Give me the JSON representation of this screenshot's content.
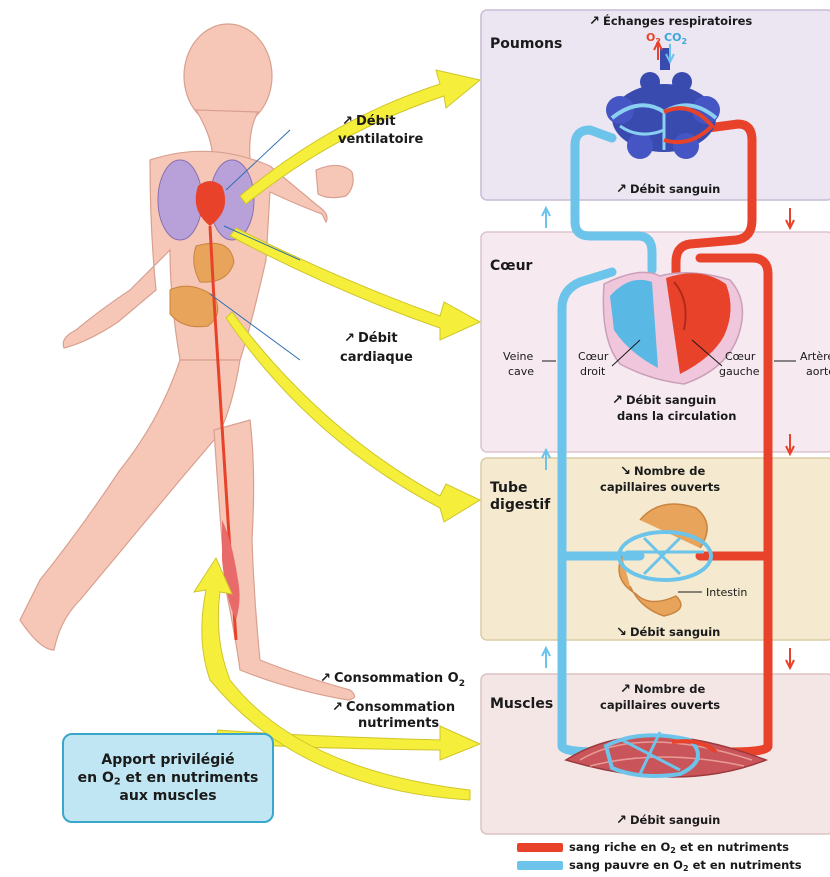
{
  "panels": {
    "poumons": "Poumons",
    "coeur": "Cœur",
    "tube_digestif_1": "Tube",
    "tube_digestif_2": "digestif",
    "muscles": "Muscles"
  },
  "labels": {
    "echanges": "Échanges respiratoires",
    "o2": "O",
    "co2": "CO",
    "sub2": "2",
    "debit_sanguin": "Débit sanguin",
    "veine_1": "Veine",
    "veine_2": "cave",
    "coeur_droit_1": "Cœur",
    "coeur_droit_2": "droit",
    "coeur_gauche_1": "Cœur",
    "coeur_gauche_2": "gauche",
    "artere_1": "Artère",
    "artere_2": "aorte",
    "debit_circ_1": "Débit sanguin",
    "debit_circ_2": "dans la circulation",
    "capillaires_1": "Nombre de",
    "capillaires_2": "capillaires ouverts",
    "intestin": "Intestin",
    "debit_ventilatoire_1": "Débit",
    "debit_ventilatoire_2": "ventilatoire",
    "debit_cardiaque_1": "Débit",
    "debit_cardiaque_2": "cardiaque",
    "conso_o2": "Consommation O",
    "conso_nutr_1": "Consommation",
    "conso_nutr_2": "nutriments"
  },
  "callout": {
    "line1": "Apport privilégié",
    "line2_a": "en O",
    "line2_sub": "2",
    "line2_b": " et en nutriments",
    "line3": "aux muscles"
  },
  "legend": {
    "rich_a": "sang riche en O",
    "rich_b": " et en nutriments",
    "poor_a": "sang pauvre en O",
    "poor_b": " et en nutriments",
    "sub": "2"
  },
  "colors": {
    "arterial": "#e8432a",
    "venous": "#6cc4ea",
    "arrow_yellow": "#f5ef3c",
    "panel_lungs": "#ece5f2",
    "panel_heart": "#f6e9f0",
    "panel_gut": "#f5ead0",
    "panel_muscle": "#f5e6e6",
    "skin": "#f6c7b7"
  }
}
